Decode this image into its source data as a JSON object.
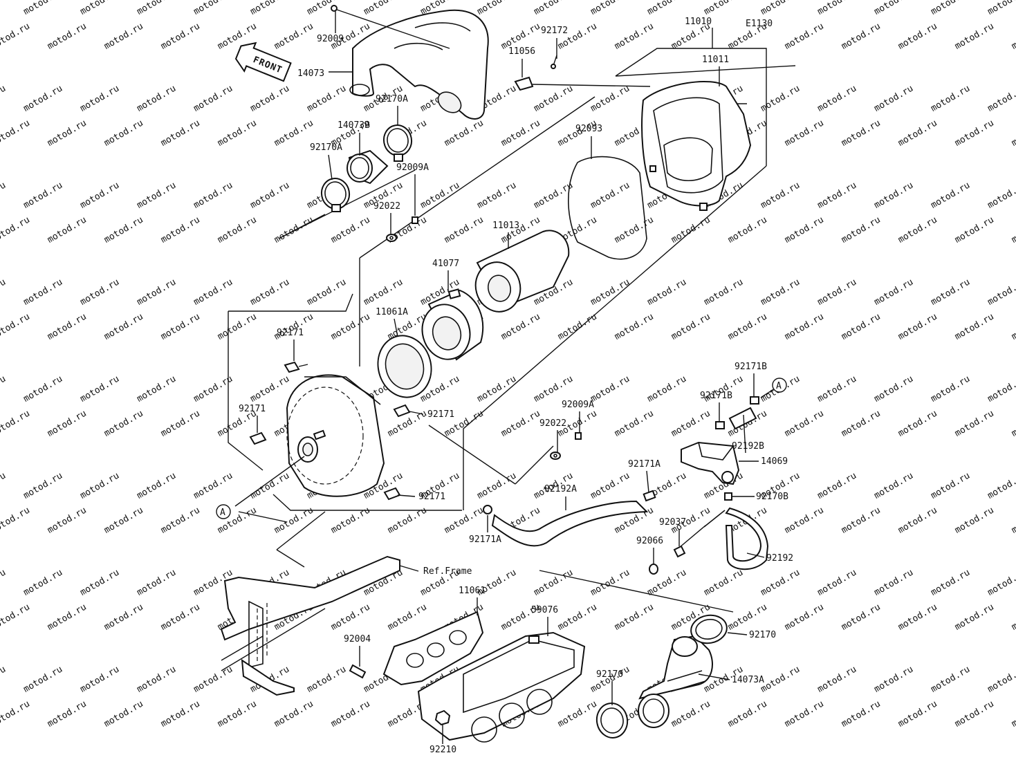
{
  "diagram": {
    "code": "E1130",
    "front_label": "FRONT",
    "ref_label": "Ref.Frame",
    "marker": "A",
    "watermark": "motod.ru",
    "parts": [
      "92009",
      "14073",
      "92172",
      "11056",
      "11010",
      "11011",
      "92170A",
      "14073B",
      "92170A",
      "92009A",
      "92022",
      "92093",
      "11013",
      "41077",
      "11061A",
      "92171",
      "92171",
      "92171",
      "92171",
      "92171B",
      "92171B",
      "92192B",
      "14069",
      "92009A",
      "92022",
      "92171A",
      "92170B",
      "92192A",
      "92171A",
      "92037",
      "92066",
      "92192",
      "11061",
      "59076",
      "92004",
      "92170",
      "92170",
      "14073A",
      "92210"
    ]
  }
}
